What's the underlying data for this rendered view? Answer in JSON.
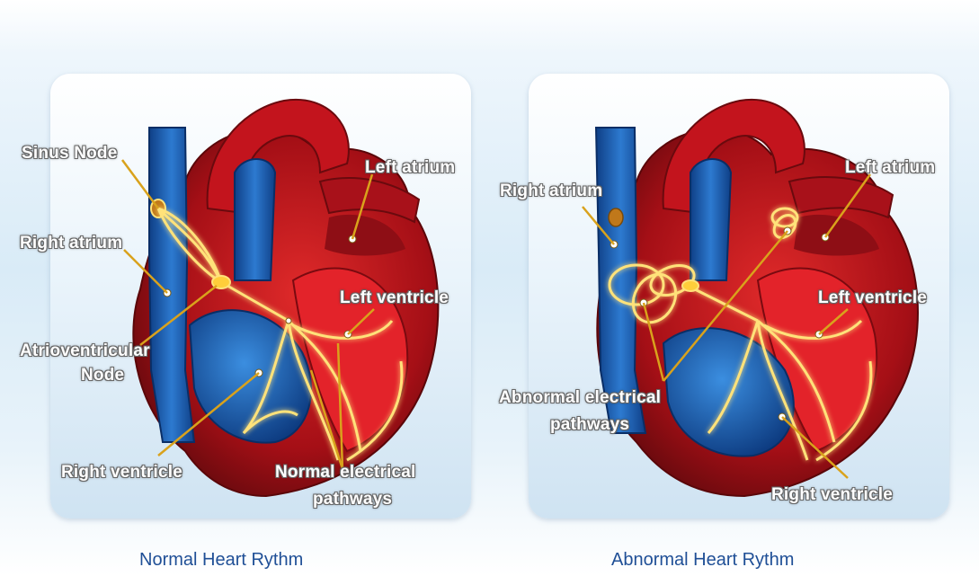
{
  "left": {
    "caption": "Normal Heart Rythm",
    "labels": {
      "sinus_node": "Sinus Node",
      "right_atrium": "Right atrium",
      "left_atrium": "Left atrium",
      "left_ventricle": "Left ventricle",
      "av_node_line1": "Atrioventricular",
      "av_node_line2": "Node",
      "right_ventricle": "Right ventricle",
      "pathways_line1": "Normal electrical",
      "pathways_line2": "pathways"
    }
  },
  "right": {
    "caption": "Abnormal Heart Rythm",
    "labels": {
      "right_atrium": "Right atrium",
      "left_atrium": "Left atrium",
      "left_ventricle": "Left ventricle",
      "pathways_line1": "Abnormal electrical",
      "pathways_line2": "pathways",
      "right_ventricle": "Right ventricle"
    }
  },
  "colors": {
    "blood_red": "#b5121b",
    "vein_blue": "#1d63b8",
    "pathway_glow": "#ffe27a",
    "leader_line": "#d9a21c",
    "caption_text": "#1f4f96"
  }
}
